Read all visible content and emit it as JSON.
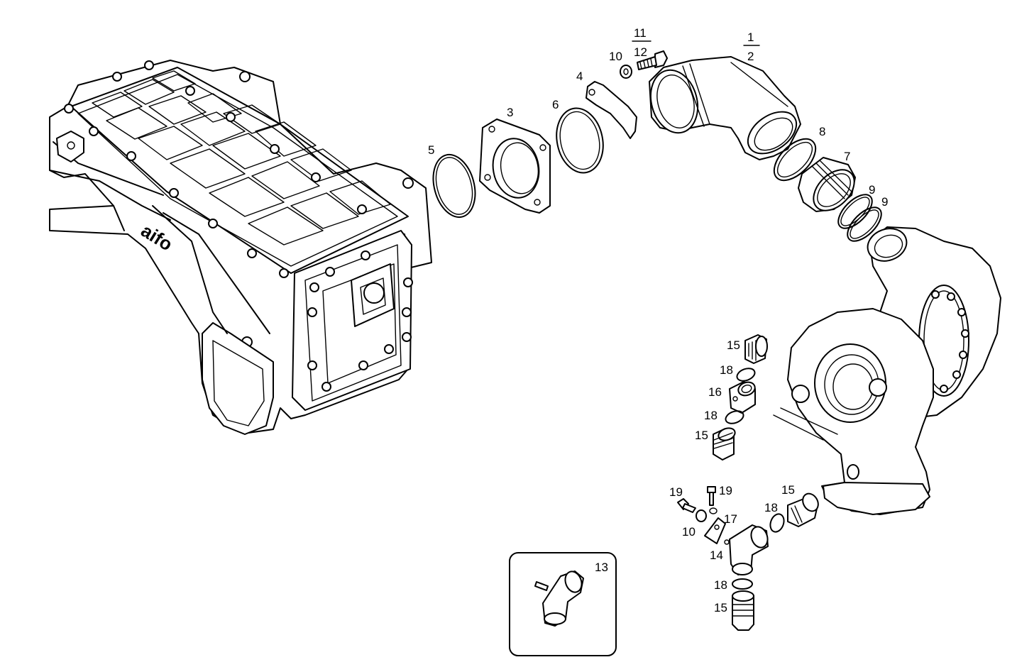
{
  "manifold_brand": "aifo",
  "callouts": [
    {
      "id": "c-1-2-top",
      "text": "1"
    },
    {
      "id": "c-1-2-bottom",
      "text": "2"
    },
    {
      "id": "c-11",
      "text": "11"
    },
    {
      "id": "c-12",
      "text": "12"
    },
    {
      "id": "c-10-top",
      "text": "10"
    },
    {
      "id": "c-4",
      "text": "4"
    },
    {
      "id": "c-6",
      "text": "6"
    },
    {
      "id": "c-3",
      "text": "3"
    },
    {
      "id": "c-5",
      "text": "5"
    },
    {
      "id": "c-8",
      "text": "8"
    },
    {
      "id": "c-7",
      "text": "7"
    },
    {
      "id": "c-9-a",
      "text": "9"
    },
    {
      "id": "c-9-b",
      "text": "9"
    },
    {
      "id": "c-15-a",
      "text": "15"
    },
    {
      "id": "c-18-a",
      "text": "18"
    },
    {
      "id": "c-16",
      "text": "16"
    },
    {
      "id": "c-18-b",
      "text": "18"
    },
    {
      "id": "c-15-b",
      "text": "15"
    },
    {
      "id": "c-19-a",
      "text": "19"
    },
    {
      "id": "c-19-b",
      "text": "19"
    },
    {
      "id": "c-15-c",
      "text": "15"
    },
    {
      "id": "c-18-c",
      "text": "18"
    },
    {
      "id": "c-17",
      "text": "17"
    },
    {
      "id": "c-10-bottom",
      "text": "10"
    },
    {
      "id": "c-14",
      "text": "14"
    },
    {
      "id": "c-18-d",
      "text": "18"
    },
    {
      "id": "c-15-d",
      "text": "15"
    },
    {
      "id": "c-13",
      "text": "13"
    }
  ]
}
